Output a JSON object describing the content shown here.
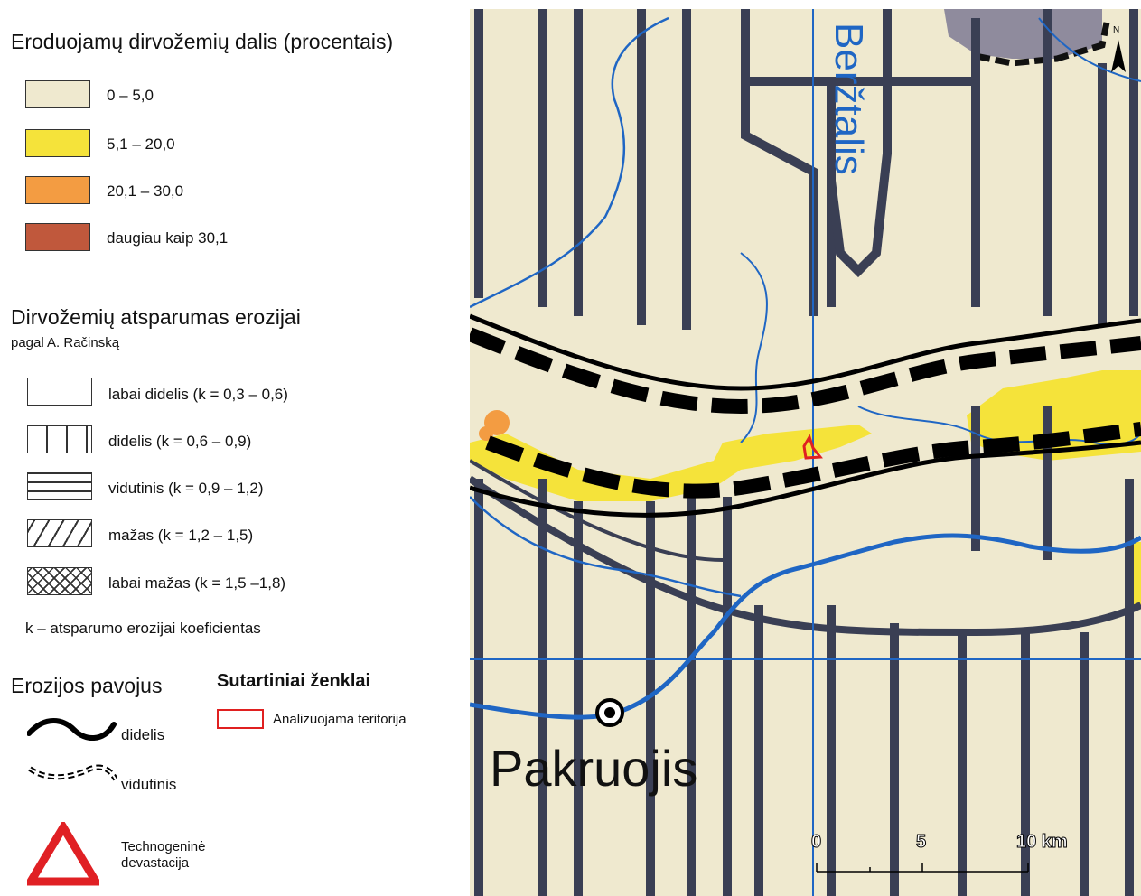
{
  "legend": {
    "erosion_share_title": "Eroduojamų dirvožemių dalis (procentais)",
    "erosion_share_items": [
      {
        "label": "0 – 5,0",
        "color": "#efe9cf"
      },
      {
        "label": "5,1 – 20,0",
        "color": "#f5e33a"
      },
      {
        "label": "20,1 – 30,0",
        "color": "#f39c42"
      },
      {
        "label": "daugiau kaip 30,1",
        "color": "#c0583c"
      }
    ],
    "resistance_title": "Dirvožemių atsparumas erozijai",
    "resistance_subtitle": "pagal A. Račinską",
    "resistance_items": [
      {
        "label": "labai didelis (k = 0,3 – 0,6)",
        "pattern": "none"
      },
      {
        "label": "didelis (k = 0,6 – 0,9)",
        "pattern": "vertical-lines"
      },
      {
        "label": "vidutinis (k = 0,9 – 1,2)",
        "pattern": "horizontal-lines"
      },
      {
        "label": "mažas (k = 1,2 – 1,5)",
        "pattern": "diagonal-lines"
      },
      {
        "label": "labai mažas (k = 1,5 –1,8)",
        "pattern": "crosshatch"
      }
    ],
    "coefficient_note": "k – atsparumo erozijai koeficientas",
    "hazard_title": "Erozijos pavojus",
    "hazard_items": [
      {
        "label": "didelis",
        "symbol": "solid-wavy-line"
      },
      {
        "label": "vidutinis",
        "symbol": "dashed-wavy-line"
      }
    ],
    "technogenic_label_line1": "Technogeninė",
    "technogenic_label_line2": "devastacija",
    "conventional_title": "Sutartiniai ženklai",
    "analyzed_area_label": "Analizuojama teritorija"
  },
  "map": {
    "river_label": "Beržtalis",
    "town_label": "Pakruojis",
    "north_label": "N",
    "scale_labels": [
      "0",
      "5",
      "10 km"
    ],
    "colors": {
      "base": "#efe9cf",
      "yellow": "#f5e33a",
      "orange": "#f39c42",
      "water": "#1f66c4",
      "boundary": "#3a3f54",
      "gray_area": "#8f8b9d",
      "analyzed_area": "#e02020"
    }
  }
}
